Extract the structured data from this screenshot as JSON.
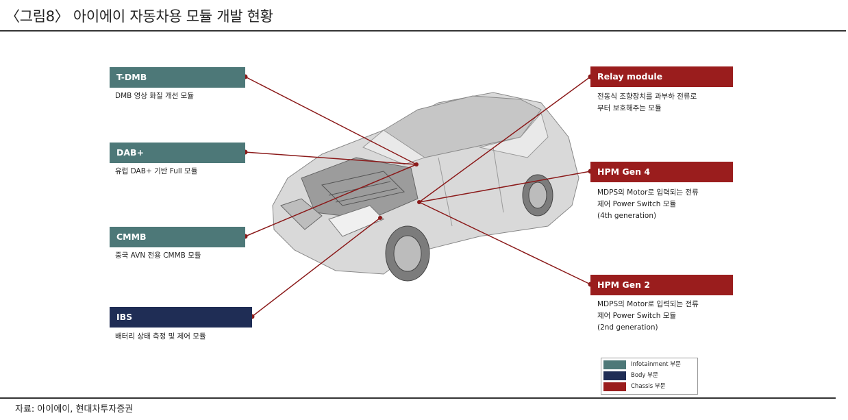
{
  "title": "〈그림8〉 아이에이 자동차용 모듈 개발 현황",
  "modules": {
    "tdmb": {
      "name": "T-DMB",
      "desc": "DMB 영상 화질 개선 모듈"
    },
    "dab": {
      "name": "DAB+",
      "desc": "유럽 DAB+ 기반 Full 모듈"
    },
    "cmmb": {
      "name": "CMMB",
      "desc": "중국 AVN 전용 CMMB 모듈"
    },
    "ibs": {
      "name": "IBS",
      "desc": "배터리 상태 측정 및 제어 모듈"
    },
    "relay": {
      "name": "Relay module",
      "desc1": "전동식 조향장치를 과부하 전류로",
      "desc2": "부터 보호해주는 모듈"
    },
    "hpm4": {
      "name": "HPM Gen 4",
      "desc1": "MDPS의 Motor로 입력되는 전류",
      "desc2": "제어 Power Switch 모듈",
      "desc3": "(4th generation)"
    },
    "hpm2": {
      "name": "HPM Gen 2",
      "desc1": "MDPS의 Motor로 입력되는 전류",
      "desc2": "제어 Power Switch 모듈",
      "desc3": "(2nd generation)"
    }
  },
  "legend": {
    "items": [
      {
        "label": "Infotainment 부문",
        "color": "#4d7878"
      },
      {
        "label": "Body 부문",
        "color": "#1f2d55"
      },
      {
        "label": "Chassis 부문",
        "color": "#9a1d1d"
      }
    ]
  },
  "colors": {
    "infotainment": "#4d7878",
    "body": "#1f2d55",
    "chassis": "#9a1d1d",
    "line": "#8b1a1a"
  },
  "source": "자료: 아이에이, 현대차투자증권"
}
